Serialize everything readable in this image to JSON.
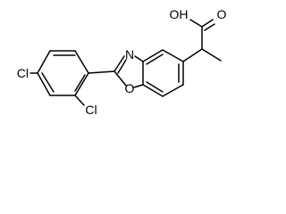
{
  "molecule": {
    "labels": {
      "chlorine_left": "Cl",
      "chlorine_bottom": "Cl",
      "nitrogen": "N",
      "oxygen_ring": "O",
      "hydroxyl": "OH",
      "oxygen_carbonyl": "O"
    }
  }
}
